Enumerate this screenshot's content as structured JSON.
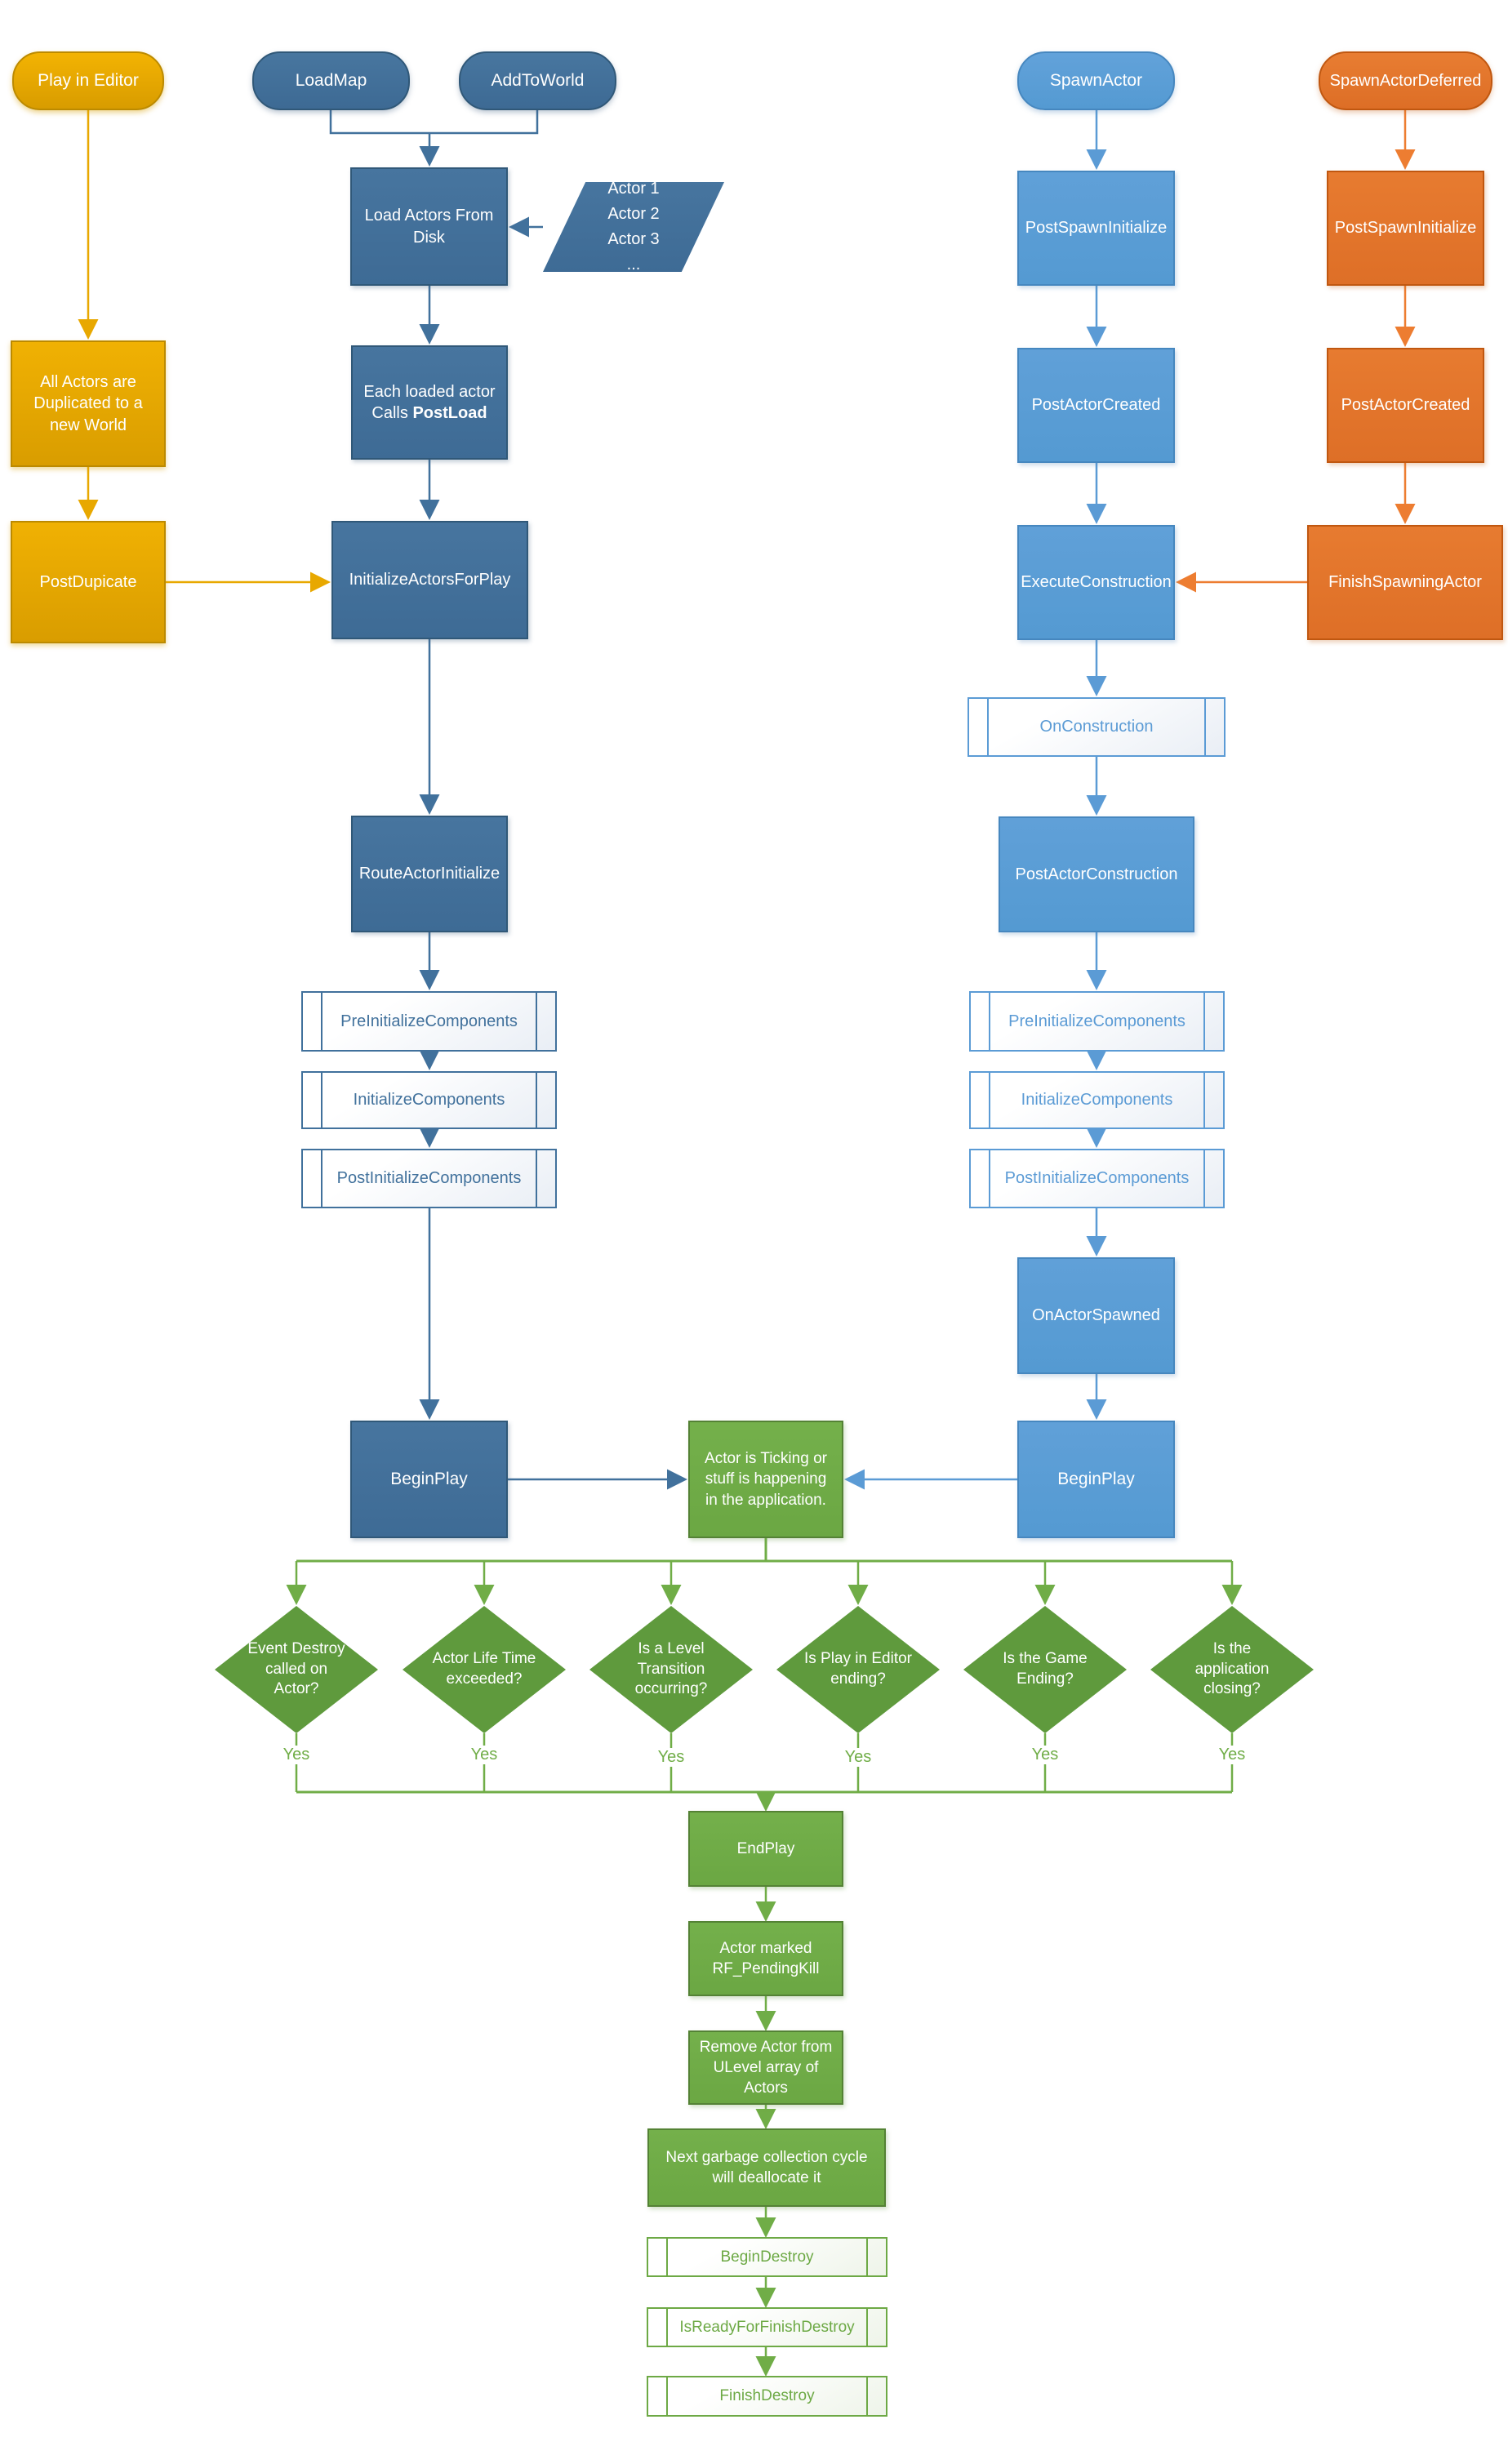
{
  "colors": {
    "gold": "#E3A400",
    "dark_blue": "#41719C",
    "light_blue": "#5B9BD5",
    "orange": "#ED7D31",
    "green": "#70AD47",
    "diamond_green": "#5F9A3D"
  },
  "labels": {
    "yes": "Yes"
  },
  "nodes": {
    "play_in_editor": "Play in Editor",
    "load_map": "LoadMap",
    "add_to_world": "AddToWorld",
    "spawn_actor": "SpawnActor",
    "spawn_actor_deferred": "SpawnActorDeferred",
    "load_actors_from_disk": "Load Actors From Disk",
    "actor_list": "Actor 1\nActor 2\nActor 3\n...",
    "all_actors_duplicated": "All Actors are Duplicated to a new World",
    "post_duplicate": "PostDupicate",
    "each_loaded_actor_line1": "Each loaded actor",
    "each_loaded_actor_line2_prefix": "Calls ",
    "each_loaded_actor_line2_bold": "PostLoad",
    "initialize_actors_for_play": "InitializeActorsForPlay",
    "route_actor_initialize": "RouteActorInitialize",
    "pre_initialize_components": "PreInitializeComponents",
    "initialize_components": "InitializeComponents",
    "post_initialize_components": "PostInitializeComponents",
    "begin_play": "BeginPlay",
    "post_spawn_initialize": "PostSpawnInitialize",
    "post_actor_created": "PostActorCreated",
    "execute_construction": "ExecuteConstruction",
    "on_construction": "OnConstruction",
    "post_actor_construction": "PostActorConstruction",
    "on_actor_spawned": "OnActorSpawned",
    "finish_spawning_actor": "FinishSpawningActor",
    "actor_ticking": "Actor is Ticking or stuff is happening in the application.",
    "end_play": "EndPlay",
    "actor_marked_pendingkill": "Actor marked RF_PendingKill",
    "remove_actor": "Remove Actor from ULevel array of Actors",
    "garbage_collection": "Next garbage collection cycle will deallocate it",
    "begin_destroy": "BeginDestroy",
    "is_ready_for_finish_destroy": "IsReadyForFinishDestroy",
    "finish_destroy": "FinishDestroy"
  },
  "decisions": {
    "event_destroy": "Event Destroy called on Actor?",
    "life_time": "Actor Life Time exceeded?",
    "level_transition": "Is a Level Transition occurring?",
    "pie_ending": "Is Play in Editor ending?",
    "game_ending": "Is the Game Ending?",
    "app_closing": "Is the application closing?"
  }
}
